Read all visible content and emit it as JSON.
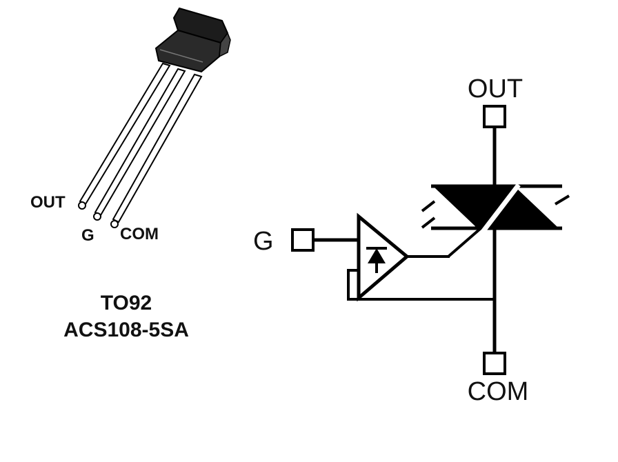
{
  "package": {
    "pins": {
      "out": "OUT",
      "g": "G",
      "com": "COM"
    },
    "name": "TO92",
    "part_number": "ACS108-5SA"
  },
  "schematic": {
    "out_label": "OUT",
    "gate_label": "G",
    "com_label": "COM"
  }
}
